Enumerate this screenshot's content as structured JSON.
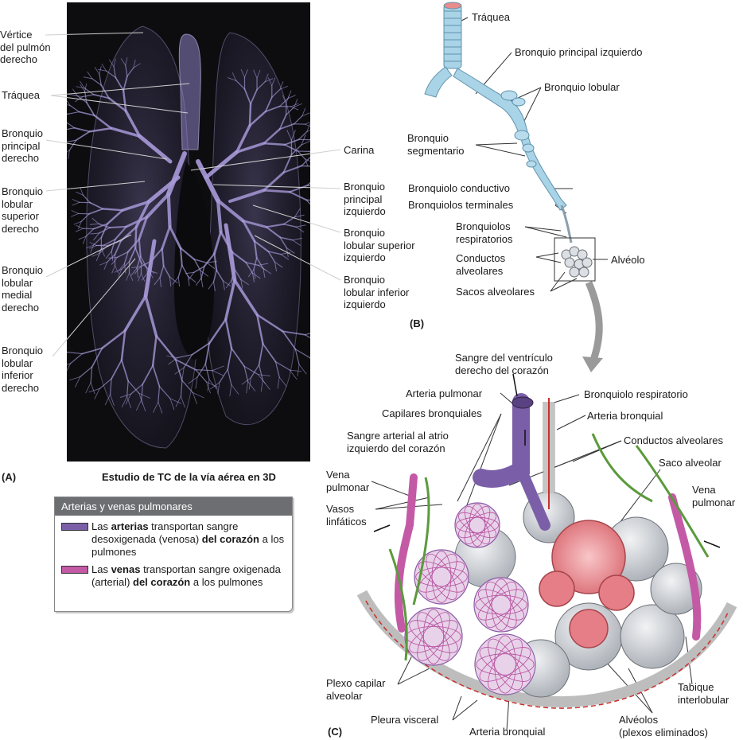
{
  "panelA": {
    "tag": "(A)",
    "caption": "Estudio de TC de la vía aérea en 3D",
    "labels": {
      "vertice": [
        "Vértice",
        "del pulmón",
        "derecho"
      ],
      "traquea": "Tráquea",
      "bpd": [
        "Bronquio",
        "principal",
        "derecho"
      ],
      "blsd": [
        "Bronquio",
        "lobular",
        "superior",
        "derecho"
      ],
      "blmd": [
        "Bronquio",
        "lobular",
        "medial",
        "derecho"
      ],
      "blid": [
        "Bronquio",
        "lobular",
        "inferior",
        "derecho"
      ],
      "carina": "Carina",
      "bpi": [
        "Bronquio",
        "principal",
        "izquierdo"
      ],
      "blsi": [
        "Bronquio",
        "lobular superior",
        "izquierdo"
      ],
      "blii": [
        "Bronquio",
        "lobular inferior",
        "izquierdo"
      ]
    }
  },
  "legend": {
    "title": "Arterias y venas pulmonares",
    "rows": [
      {
        "color": "#7a5fa8",
        "parts": [
          "Las ",
          "arterias",
          " transportan sangre desoxigenada (venosa) ",
          "del corazón",
          " a los pulmones"
        ]
      },
      {
        "color": "#c45aa6",
        "parts": [
          "Las ",
          "venas",
          " transportan sangre oxigenada (arterial) ",
          "del corazón",
          " a los pulmones"
        ]
      }
    ]
  },
  "panelB": {
    "tag": "(B)",
    "labels": {
      "traquea": "Tráquea",
      "bpi": "Bronquio principal izquierdo",
      "blobular": "Bronquio lobular",
      "bseg": [
        "Bronquio",
        "segmentario"
      ],
      "bcond": "Bronquiolo conductivo",
      "bterm": "Bronquiolos terminales",
      "bresp": [
        "Bronquiolos",
        "respiratorios"
      ],
      "cond": [
        "Conductos",
        "alveolares"
      ],
      "alveolo": "Alvéolo",
      "sacos": "Sacos alveolares"
    }
  },
  "panelC": {
    "tag": "(C)",
    "labels": {
      "sangre_vd": [
        "Sangre del ventrículo",
        "derecho del corazón"
      ],
      "arteria_pulm": "Arteria pulmonar",
      "bronquiolo_resp": "Bronquiolo respiratorio",
      "capilares_bronq": "Capilares bronquiales",
      "arteria_bronq": "Arteria bronquial",
      "sangre_ai": [
        "Sangre arterial al atrio",
        "izquierdo del corazón"
      ],
      "conductos_alv": "Conductos alveolares",
      "saco_alv": "Saco alveolar",
      "vena_pulm_l": [
        "Vena",
        "pulmonar"
      ],
      "vena_pulm_r": [
        "Vena",
        "pulmonar"
      ],
      "vasos_linf": [
        "Vasos",
        "linfáticos"
      ],
      "plexo": [
        "Plexo capilar",
        "alveolar"
      ],
      "pleura": "Pleura visceral",
      "arteria_bronq_b": "Arteria bronquial",
      "alveolos_elim": [
        "Alvéolos",
        "(plexos eliminados)"
      ],
      "tabique": [
        "Tabique",
        "interlobular"
      ]
    }
  },
  "colors": {
    "artery": "#7a5fa8",
    "vein": "#c45aa6",
    "airway": "#a9d3e6",
    "alveolus": "#c9cdd2",
    "sac": "#ef9aa0",
    "lymph": "#5b9a3c",
    "bronchial_artery": "#c9302c",
    "ct_bg": "#0d0d10",
    "ct_tree": "#a799d8"
  }
}
